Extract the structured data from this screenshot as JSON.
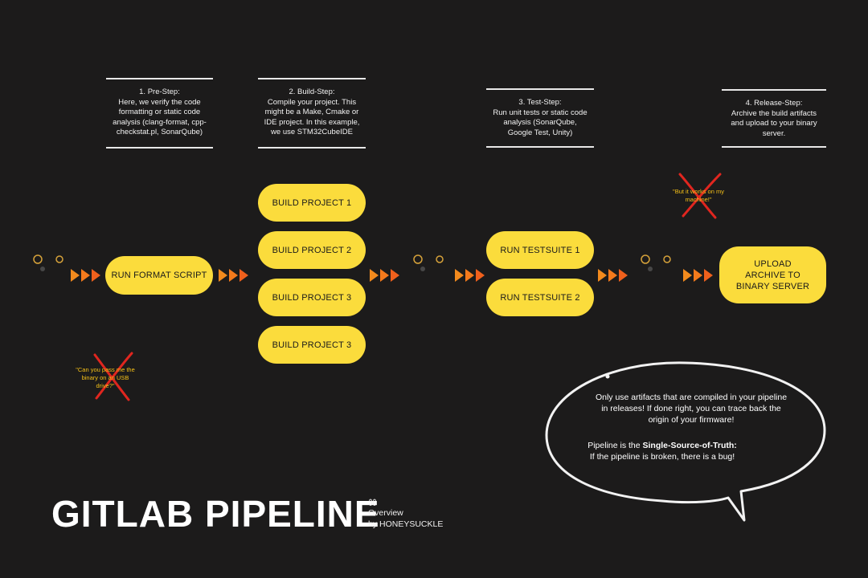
{
  "steps": [
    {
      "heading": "1. Pre-Step:",
      "body": "Here, we verify the code formatting or static code analysis (clang-format, cpp-checkstat.pl, SonarQube)"
    },
    {
      "heading": "2. Build-Step:",
      "body": "Compile your project. This might be a Make, Cmake or IDE project. In this example, we use STM32CubeIDE"
    },
    {
      "heading": "3. Test-Step:",
      "body": "Run unit tests or static code analysis (SonarQube, Google Test, Unity)"
    },
    {
      "heading": "4. Release-Step:",
      "body": "Archive the build artifacts and upload to your binary server."
    }
  ],
  "jobs": {
    "format": "RUN FORMAT SCRIPT",
    "build": [
      "BUILD PROJECT 1",
      "BUILD PROJECT 2",
      "BUILD PROJECT 3",
      "BUILD PROJECT 3"
    ],
    "test": [
      "RUN TESTSUITE 1",
      "RUN TESTSUITE 2"
    ],
    "upload": "UPLOAD\nARCHIVE TO\nBINARY SERVER"
  },
  "quotes": {
    "usb": "\"Can you pass me the binary on an USB drive?\"",
    "machine": "\"But it works on my machine!\""
  },
  "speech": {
    "line1": "Only use artifacts that are compiled in your pipeline in releases! If done right, you can trace back the origin of your firmware!",
    "line2_prefix": "Pipeline is the ",
    "line2_bold": "Single-Source-of-Truth:",
    "line3": "If the pipeline is broken, there is a bug!"
  },
  "title": "GITLAB PIPELINE",
  "subtitle": {
    "symbol": "⌘",
    "line1": "Overview",
    "line2": "by HONEYSUCKLE"
  },
  "colors": {
    "background": "#1c1b1b",
    "pill": "#fbdc3c",
    "arrow": "#f28a1d",
    "quote": "#f5c018",
    "cross": "#e0261f"
  }
}
